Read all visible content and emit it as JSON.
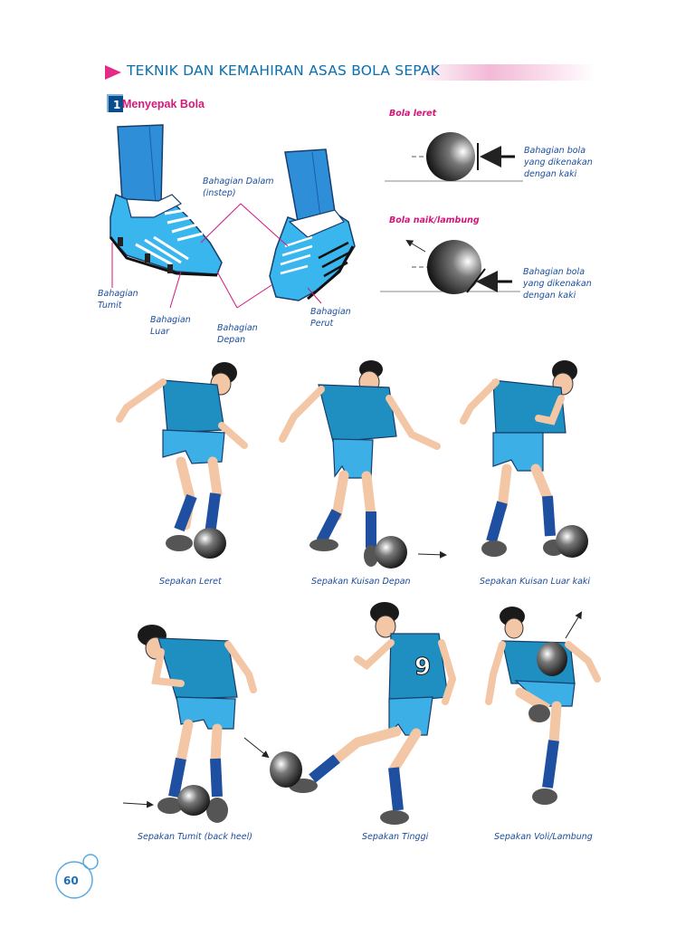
{
  "header": {
    "title": "TEKNIK DAN KEMAHIRAN ASAS BOLA SEPAK"
  },
  "section": {
    "number": "1",
    "title": "Menyepak Bola"
  },
  "boot_labels": {
    "inner": "Bahagian Dalam\n(instep)",
    "heel": "Bahagian\nTumit",
    "outer": "Bahagian\nLuar",
    "front": "Bahagian\nDepan",
    "belly": "Bahagian\nPerut"
  },
  "ball_diagrams": {
    "ground": {
      "title": "Bola leret",
      "label": "Bahagian bola\nyang dikenakan\ndengan kaki"
    },
    "lofted": {
      "title": "Bola naik/lambung",
      "label": "Bahagian bola\nyang dikenakan\ndengan kaki"
    }
  },
  "kick_captions": [
    "Sepakan Leret",
    "Sepakan Kuisan Depan",
    "Sepakan Kuisan Luar kaki",
    "Sepakan Tumit (back heel)",
    "Sepakan Tinggi",
    "Sepakan Voli/Lambung"
  ],
  "player": {
    "jersey_number": "9"
  },
  "page_number": "60",
  "colors": {
    "title_blue": "#0b6fb0",
    "accent_pink": "#e62a8a",
    "label_blue": "#1a4c9c",
    "kit_blue": "#1d8fbf",
    "sock_blue": "#1e4fa0",
    "shorts_blue": "#3cb0e6"
  }
}
